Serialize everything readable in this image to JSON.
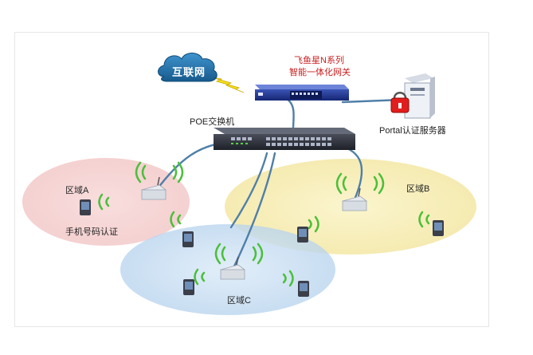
{
  "cloud": {
    "label": "互联网"
  },
  "gateway": {
    "line1": "飞鱼星N系列",
    "line2": "智能一体化网关"
  },
  "poe_switch": {
    "label": "POE交换机"
  },
  "portal_server": {
    "label": "Portal认证服务器"
  },
  "zones": [
    {
      "label": "区域A",
      "color": "#f6d2d2"
    },
    {
      "label": "区域B",
      "color": "#f7f0bf"
    },
    {
      "label": "区域C",
      "color": "#cfe2f4"
    }
  ],
  "auth_method": {
    "label": "手机号码认证"
  },
  "colors": {
    "cable": "#4f7fa8",
    "wifi": "#4bbf3a",
    "cloud": "#1f6ea6",
    "gateway": "#1b2f8a",
    "switch": "#2c2f38",
    "title_red": "#cc2020"
  },
  "icons": [
    "cloud-icon",
    "lightning-icon",
    "gateway-icon",
    "switch-icon",
    "server-icon",
    "lock-icon",
    "access-point-icon",
    "pda-icon",
    "wifi-icon"
  ]
}
